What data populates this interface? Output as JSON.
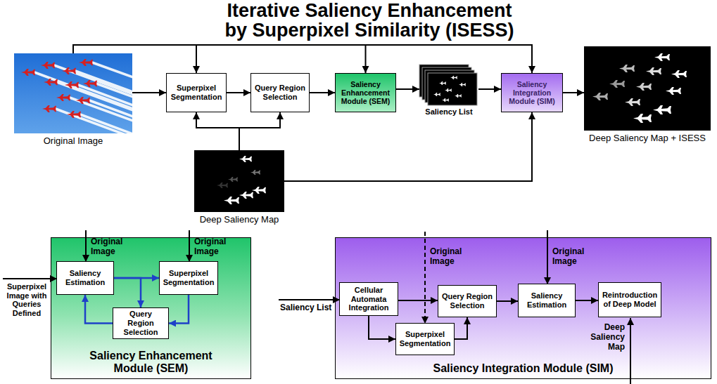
{
  "diagram": {
    "title": "Iterative Saliency Enhancement by Superpixel Similarity (ISESS)",
    "nodes": [
      {
        "text": [
          "Original Image"
        ]
      },
      {
        "text": [
          "Superpixel Segmentation"
        ]
      },
      {
        "text": [
          "Query Region Selection"
        ]
      },
      {
        "text": [
          "Saliency Enhancement Module (SEM)"
        ]
      },
      {
        "text": [
          "Saliency List"
        ]
      },
      {
        "text": [
          "Saliency Integration Module (SIM)"
        ]
      },
      {
        "text": [
          "Deep Saliency Map + ISESS"
        ]
      },
      {
        "text": [
          "Deep Saliency Map"
        ]
      },
      {
        "text": [
          "Saliency Enhancement Module (SEM)"
        ]
      },
      {
        "text": [
          "Saliency Estimation"
        ],
        "in": 8
      },
      {
        "text": [
          "Superpixel Segmentation"
        ],
        "in": 8
      },
      {
        "text": [
          "Query Region Selection"
        ],
        "in": 8
      },
      {
        "text": [
          "Saliency Integration Module (SIM)"
        ]
      },
      {
        "text": [
          "Cellular Automata Integration"
        ],
        "in": 12
      },
      {
        "text": [
          "Superpixel Segmentation"
        ],
        "in": 12
      },
      {
        "text": [
          "Query Region Selection"
        ],
        "in": 12
      },
      {
        "text": [
          "Saliency Estimation"
        ],
        "in": 12
      },
      {
        "text": [
          "Reintroduction of Deep Model"
        ],
        "in": 12
      }
    ],
    "edges": [
      {
        "from": 0,
        "to": 1,
        "arrow": "to"
      },
      {
        "from": 1,
        "to": 2,
        "arrow": "to"
      },
      {
        "from": 2,
        "to": 3,
        "arrow": "to"
      },
      {
        "from": 3,
        "to": 4,
        "arrow": "to"
      },
      {
        "from": 4,
        "to": 5,
        "arrow": "to"
      },
      {
        "from": 5,
        "to": 6,
        "arrow": "to"
      },
      {
        "from": 0,
        "to": 1,
        "arrow": "to"
      },
      {
        "from": 0,
        "to": 3,
        "arrow": "to"
      },
      {
        "from": 0,
        "to": 5,
        "arrow": "to"
      },
      {
        "from": 7,
        "to": 1,
        "arrow": "to"
      },
      {
        "from": 7,
        "to": 2,
        "arrow": "to"
      },
      {
        "from": 7,
        "to": 5,
        "arrow": "to"
      },
      {
        "from": 9,
        "to": 10,
        "arrow": "to"
      },
      {
        "from": 9,
        "to": 11,
        "arrow": "to"
      },
      {
        "from": 10,
        "to": 11,
        "arrow": "to"
      },
      {
        "from": 11,
        "to": 9,
        "arrow": "to"
      },
      {
        "from": 13,
        "to": 15,
        "arrow": "to"
      },
      {
        "from": 13,
        "to": 14,
        "arrow": "to"
      },
      {
        "from": 14,
        "to": 15,
        "arrow": "to"
      },
      {
        "from": 15,
        "to": 16,
        "arrow": "to"
      },
      {
        "from": 16,
        "to": 17,
        "arrow": "to"
      }
    ],
    "labels": [
      "Original Image",
      "Original Image",
      "Superpixel Image with Queries Defined",
      "Original Image",
      "Original Image",
      "Saliency List",
      "Deep Saliency Map"
    ]
  }
}
